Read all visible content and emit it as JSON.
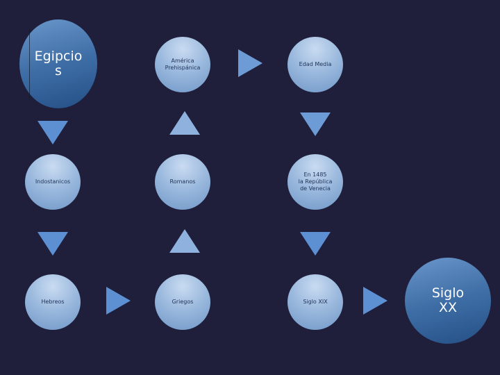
{
  "nodes": {
    "egipcios": "Egipcio\ns",
    "america": "América\nPrehispánica",
    "edad_media": "Edad Media",
    "indostanicos": "Indostanicos",
    "romanos": "Romanos",
    "venecia": "En 1485\nla República\nde Venecia",
    "hebreos": "Hebreos",
    "griegos": "Griegos",
    "siglo_xix": "Siglo XIX",
    "siglo_xx": "Siglo\nXX"
  },
  "colors": {
    "background": "#1f1f3b",
    "arrow": "#5d90d2",
    "node_light": "#9cbade",
    "node_dark": "#3f6ea6"
  }
}
